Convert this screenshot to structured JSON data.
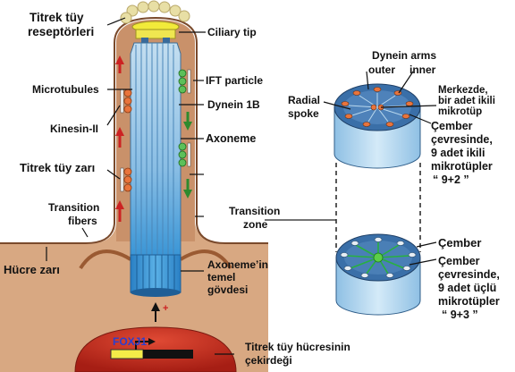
{
  "labels": {
    "receptors_1": "Titrek tüy",
    "receptors_2": "reseptörleri",
    "ciliary_tip": "Ciliary tip",
    "microtubules": "Microtubules",
    "ift_particle": "IFT particle",
    "dynein_1b": "Dynein 1B",
    "kinesin_2": "Kinesin-II",
    "axoneme": "Axoneme",
    "membrane_1": "Titrek tüy zarı",
    "transition_fibers_1": "Transition",
    "transition_fibers_2": "fibers",
    "transition_zone_1": "Transition",
    "transition_zone_2": "zone",
    "cell_membrane": "Hücre zarı",
    "basal_body_1": "Axoneme’in",
    "basal_body_2": "temel",
    "basal_body_3": "gövdesi",
    "nucleus_1": "Titrek tüy hücresinin",
    "nucleus_2": "çekirdeği",
    "gene": "FOXJ1",
    "plus_sign": "+",
    "dynein_arms": "Dynein arms",
    "outer": "outer",
    "inner": "inner",
    "radial_spoke_1": "Radial",
    "radial_spoke_2": "spoke",
    "center_pair_1": "Merkezde,",
    "center_pair_2": "bir adet ikili",
    "center_pair_3": "mikrotüp",
    "ring_9_2_1": "Çember",
    "ring_9_2_2": "çevresinde,",
    "ring_9_2_3": "9 adet  ikili",
    "ring_9_2_4": "mikrotüpler",
    "ring_9_2_5": "“ 9+2 ”",
    "ring": "Çember",
    "ring_9_3_1": "Çember",
    "ring_9_3_2": "çevresinde,",
    "ring_9_3_3": "9 adet üçlü",
    "ring_9_3_4": "mikrotüpler",
    "ring_9_3_5": "“ 9+3 ”"
  },
  "colors": {
    "cilium_body": "#c9916a",
    "cytoplasm": "#d8a882",
    "axoneme_top": "#b8d6ec",
    "axoneme_bottom": "#3e9ad8",
    "tip_cap": "#f2ea3a",
    "receptor": "#e8dfa5",
    "ift_green": "#5cc05a",
    "kinesin_orange": "#e8743c",
    "arrow_up": "#cc2222",
    "arrow_down": "#2e8a2e",
    "nucleus": "#cc2f22",
    "gene_text": "#2a3fd0",
    "cylinder_top": "#3a6fa8",
    "cylinder_side": "#a8d0ee",
    "spoke_green": "#28b040"
  }
}
